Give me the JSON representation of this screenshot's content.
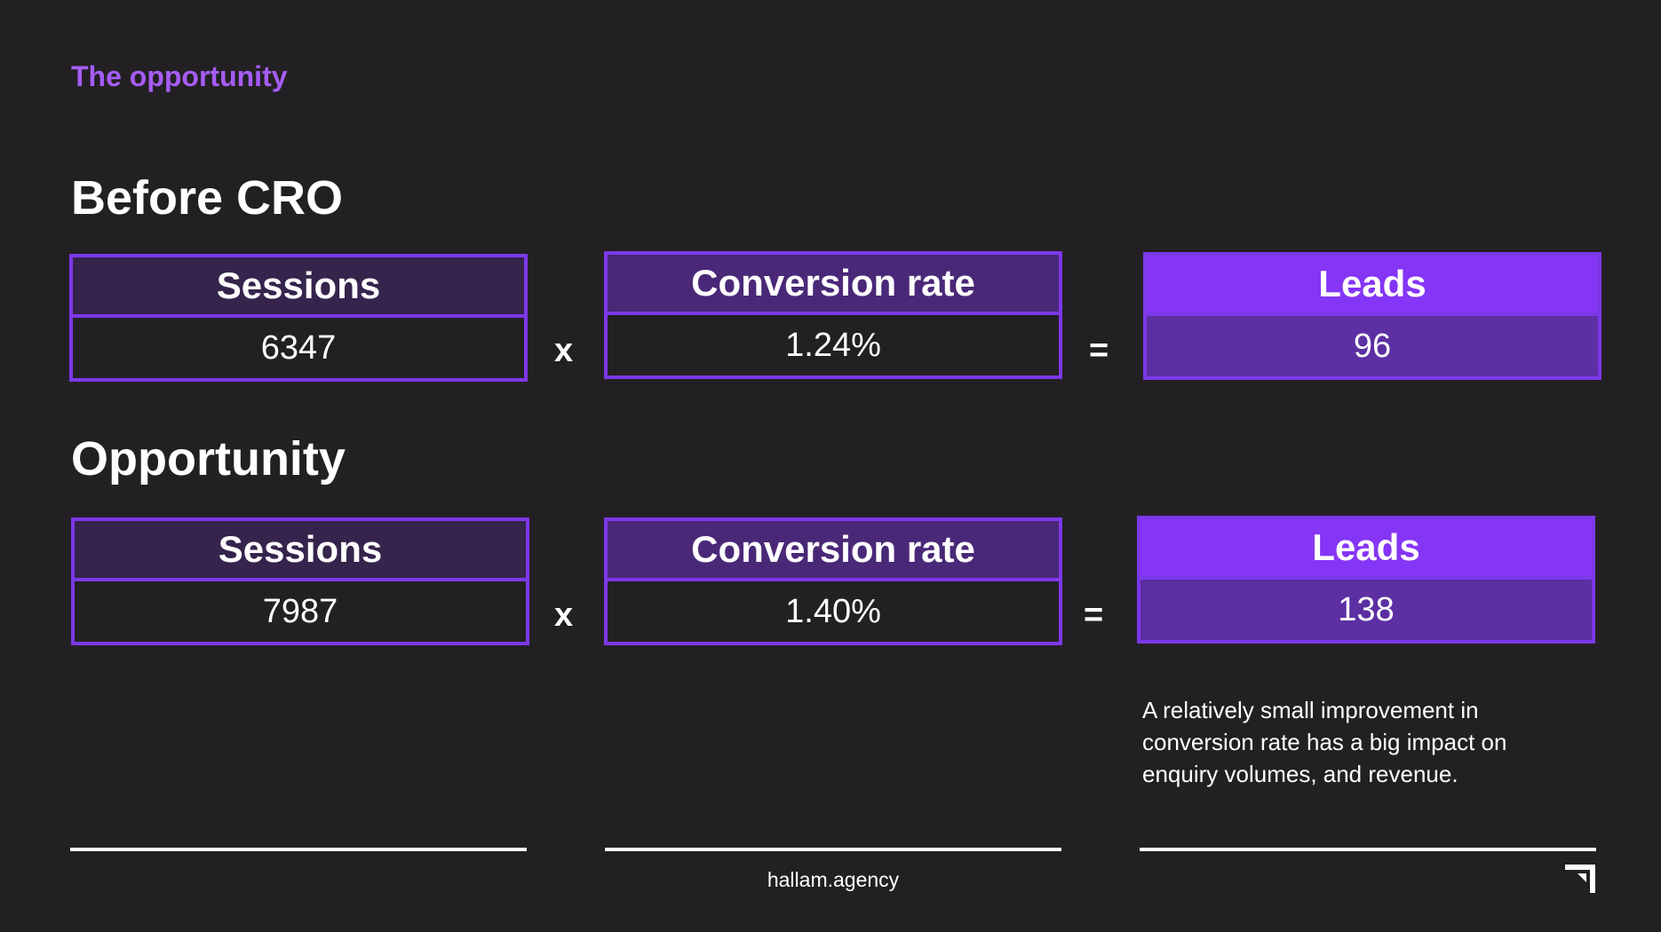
{
  "header": {
    "eyebrow": "The opportunity"
  },
  "before": {
    "title": "Before CRO",
    "sessions_label": "Sessions",
    "sessions_value": "6347",
    "multiply": "x",
    "conversion_label": "Conversion rate",
    "conversion_value": "1.24%",
    "equals": "=",
    "leads_label": "Leads",
    "leads_value": "96"
  },
  "opportunity": {
    "title": "Opportunity",
    "sessions_label": "Sessions",
    "sessions_value": "7987",
    "multiply": "x",
    "conversion_label": "Conversion rate",
    "conversion_value": "1.40%",
    "equals": "=",
    "leads_label": "Leads",
    "leads_value": "138"
  },
  "note": "A relatively small improvement in conversion rate has a big impact on enquiry volumes, and revenue.",
  "footer": {
    "site": "hallam.agency",
    "logo_icon": "hallam-logo-icon"
  },
  "colors": {
    "background": "#232024",
    "accent": "#8535f5",
    "eyebrow": "#a65df5",
    "border": "#7c38e8"
  }
}
